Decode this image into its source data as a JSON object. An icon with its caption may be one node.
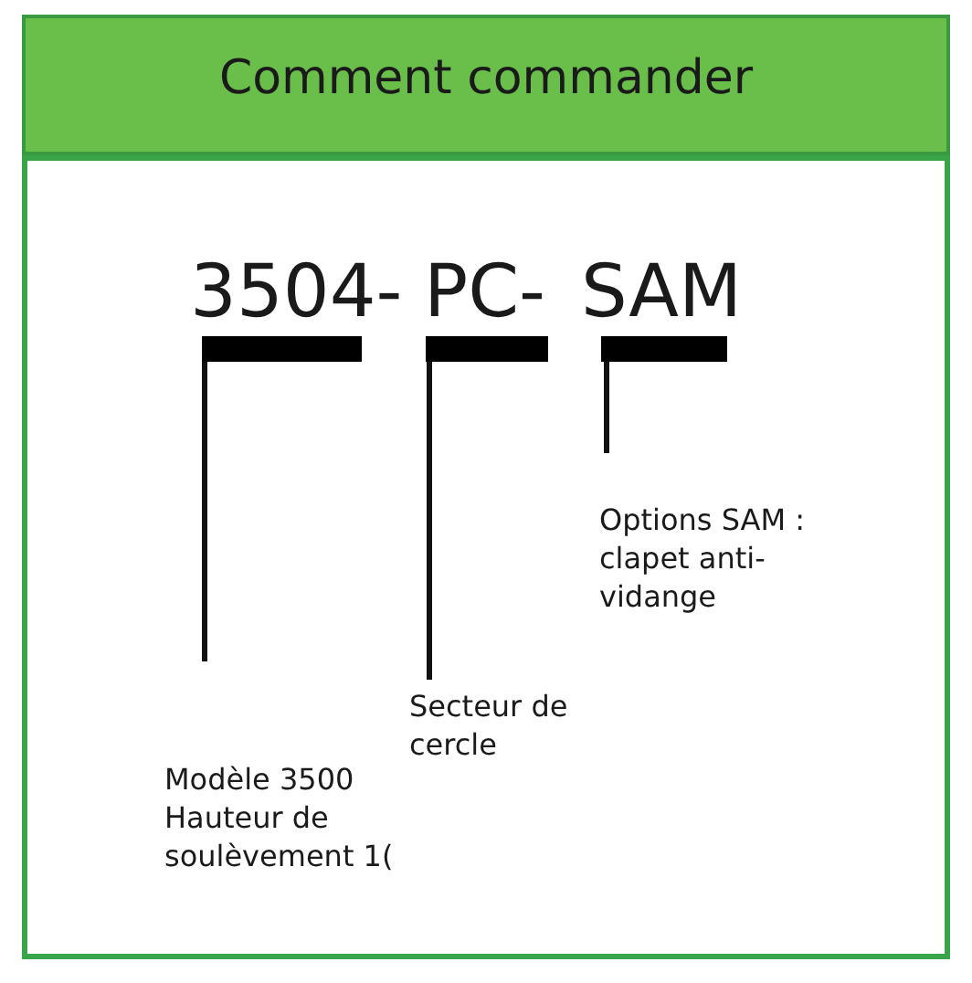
{
  "diagram": {
    "title": "Comment commander",
    "nodes": [
      {
        "text": [
          "3504-"
        ]
      },
      {
        "text": [
          "PC-"
        ]
      },
      {
        "text": [
          "SAM"
        ]
      },
      {
        "text": [
          "Modèle 3500 Hauteur de soulèvement 1("
        ]
      },
      {
        "text": [
          "Secteur de cercle"
        ]
      },
      {
        "text": [
          "Options SAM : clapet anti-vidange"
        ]
      }
    ],
    "edges": [
      {
        "from": 3,
        "to": 0,
        "arrow": "none"
      },
      {
        "from": 4,
        "to": 1,
        "arrow": "none"
      },
      {
        "from": 5,
        "to": 2,
        "arrow": "none"
      }
    ]
  }
}
